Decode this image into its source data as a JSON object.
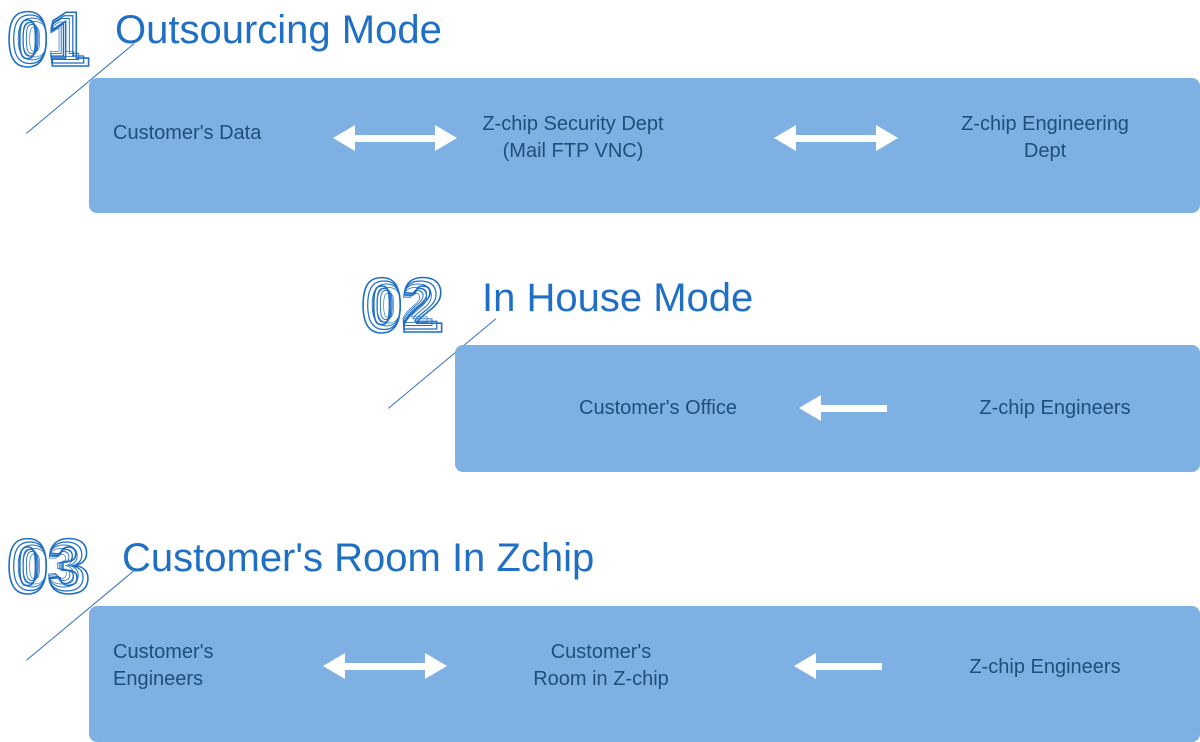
{
  "sections": [
    {
      "number": "01",
      "title": "Outsourcing Mode",
      "bar": {
        "cells": [
          {
            "text": "Customer's Data",
            "align": "left"
          },
          {
            "text": "Z-chip Security Dept\n(Mail FTP VNC)",
            "align": "center"
          },
          {
            "text": "Z-chip Engineering\nDept",
            "align": "center"
          }
        ],
        "arrows": [
          {
            "direction": "both",
            "name": "arrow-bidirectional-data-security"
          },
          {
            "direction": "both",
            "name": "arrow-bidirectional-security-engineering"
          }
        ]
      }
    },
    {
      "number": "02",
      "title": "In House Mode",
      "bar": {
        "cells": [
          {
            "text": "Customer's Office",
            "align": "center"
          },
          {
            "text": "Z-chip Engineers",
            "align": "center"
          }
        ],
        "arrows": [
          {
            "direction": "left",
            "name": "arrow-left-engineers-to-office"
          }
        ]
      }
    },
    {
      "number": "03",
      "title": "Customer's Room In Zchip",
      "bar": {
        "cells": [
          {
            "text": "Customer's\nEngineers",
            "align": "left"
          },
          {
            "text": "Customer's\nRoom in Z-chip",
            "align": "center"
          },
          {
            "text": "Z-chip Engineers",
            "align": "center"
          }
        ],
        "arrows": [
          {
            "direction": "both",
            "name": "arrow-bidirectional-engineers-room"
          },
          {
            "direction": "left",
            "name": "arrow-left-zchip-engineers-to-room"
          }
        ]
      }
    }
  ],
  "colors": {
    "bar_fill": "#7fb0e3",
    "title_blue": "#1f6fc4",
    "body_navy": "#1f4e79",
    "arrow_white": "#ffffff",
    "connector_blue": "#2f72c0"
  }
}
